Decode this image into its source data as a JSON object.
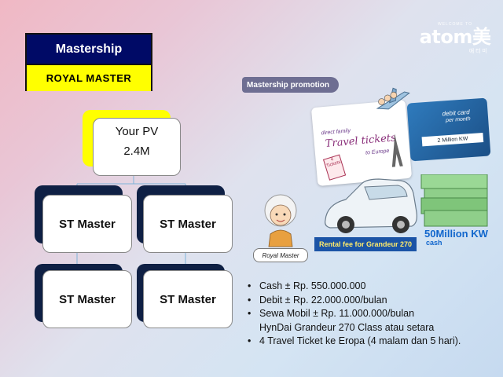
{
  "title": {
    "heading": "Mastership",
    "rank": "ROYAL MASTER"
  },
  "logo": {
    "small_text": "WELCOME TO",
    "main_text": "atom美",
    "sub_text": "애 터 미"
  },
  "org_chart": {
    "top": {
      "label": "Your PV",
      "value": "2.4M"
    },
    "nodes": [
      "ST Master",
      "ST Master",
      "ST Master",
      "ST Master"
    ]
  },
  "promo": {
    "tag": "Mastership promotion",
    "ticket": {
      "line1": "direct family",
      "line2": "Travel tickets",
      "line3": "to Europe",
      "stub": "4 Tickets"
    },
    "debit": {
      "line1": "debit card",
      "line2": "per month",
      "line3": "2 Million KW"
    },
    "rental": "Rental fee for Grandeur 270",
    "money": "50Million KW",
    "money_sub": "cash",
    "royal": "Royal Master"
  },
  "bullets": [
    {
      "text": "Cash ± Rp. 550.000.000"
    },
    {
      "text": "Debit ± Rp. 22.000.000/bulan"
    },
    {
      "text": "Sewa Mobil ± Rp. 11.000.000/bulan",
      "continuation": "HynDai Grandeur 270 Class atau setara"
    },
    {
      "text": "4 Travel Ticket ke Eropa (4 malam dan 5 hari)."
    }
  ],
  "colors": {
    "title_navy": "#000a66",
    "title_yellow": "#ffff00",
    "node_shadow": "#0f2044"
  }
}
